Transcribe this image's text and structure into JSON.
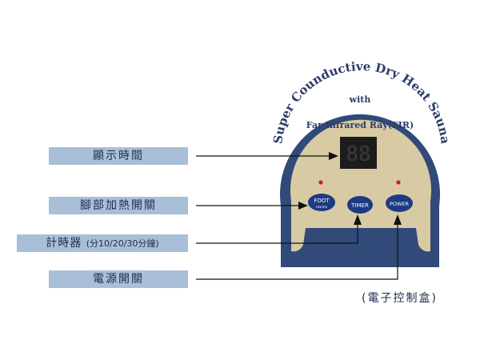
{
  "device": {
    "title_arc": "Super Counductive Dry Heat Sauna",
    "with": "with",
    "subtitle": "Far Infrared Ray(FIR)",
    "display": "88",
    "buttons": {
      "foot_main": "FOOT",
      "foot_sub": "HEATER",
      "timer": "TIMER",
      "power": "POWER"
    }
  },
  "labels": {
    "display": "顯示時間",
    "foot": "腳部加熱開關",
    "timer_main": "計時器",
    "timer_note": "(分10/20/30分鐘)",
    "power": "電源開關"
  },
  "caption": "(電子控制盒)",
  "colors": {
    "frame": "#314a79",
    "panel": "#d8cba3",
    "label_bg": "#a9bfd7",
    "button": "#1d3a84",
    "indicator": "#cc1f1f"
  }
}
